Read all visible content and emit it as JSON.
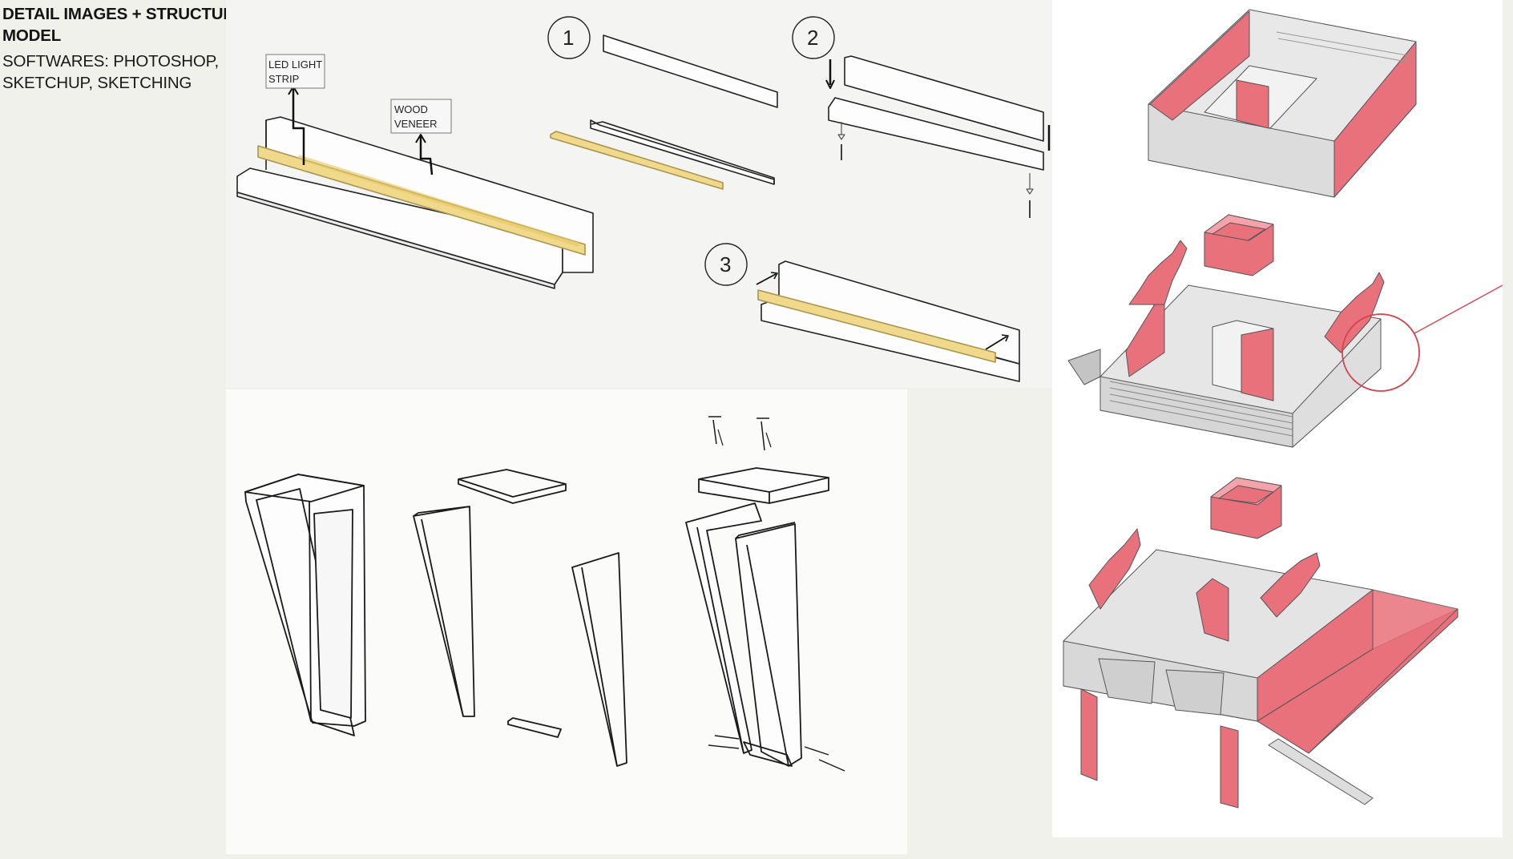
{
  "page": {
    "title": "DETAIL IMAGES + STRUCTURE MODEL",
    "softwares": "SOFTWARES:  PHOTOSHOP, SKETCHUP, SKETCHING"
  },
  "shelf_detail": {
    "labels": {
      "led_line1": "LED LIGHT",
      "led_line2": "STRIP",
      "wood_line1": "WOOD",
      "wood_line2": "VENEER"
    },
    "steps": [
      "1",
      "2",
      "3"
    ]
  },
  "colors": {
    "led": "#f0d98a",
    "accent_red": "#e8717c",
    "model_grey": "#e2e2e2",
    "background": "#f1f1ec"
  }
}
